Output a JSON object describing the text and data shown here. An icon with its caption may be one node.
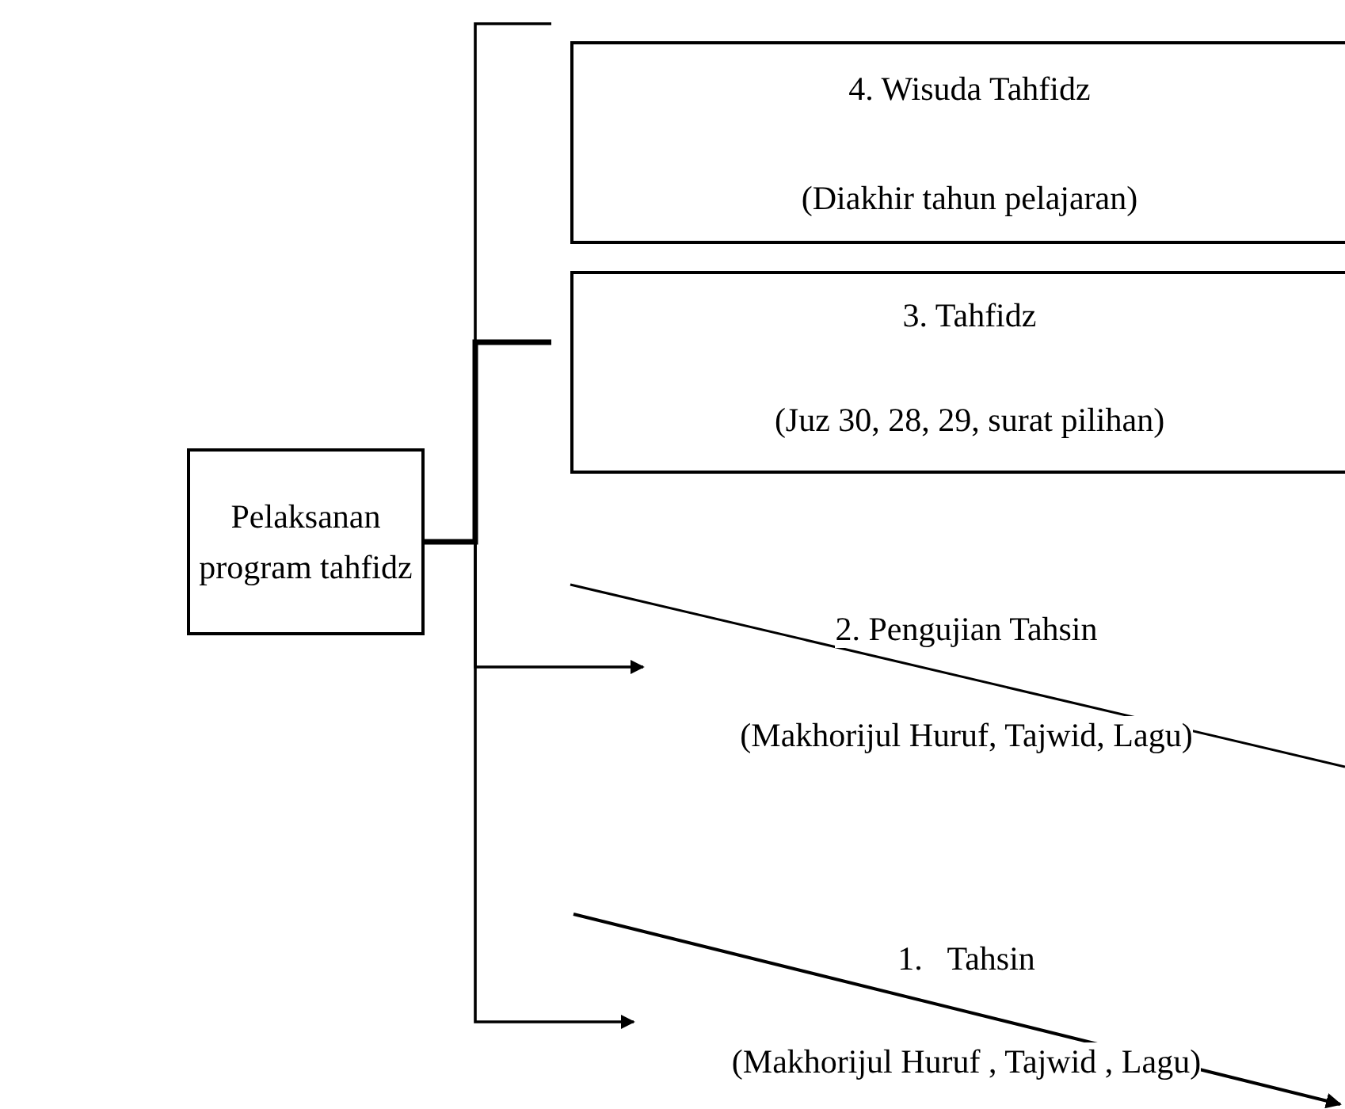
{
  "diagram": {
    "nodes": [
      {
        "text": [
          "Pelaksanan program tahfidz"
        ]
      },
      {
        "text": [
          "4. Wisuda Tahfidz",
          "(Diakhir tahun pelajaran)"
        ]
      },
      {
        "text": [
          "3. Tahfidz",
          "(Juz 30, 28, 29, surat pilihan)"
        ]
      },
      {
        "text": [
          "2. Pengujian Tahsin",
          "(Makhorijul Huruf, Tajwid, Lagu)"
        ]
      },
      {
        "text": [
          "1.   Tahsin",
          "(Makhorijul Huruf , Tajwid , Lagu)"
        ]
      }
    ],
    "edges": [
      {
        "from": 0,
        "to": 1,
        "arrow": "none"
      },
      {
        "from": 0,
        "to": 2,
        "arrow": "none",
        "style": "thick"
      },
      {
        "from": 0,
        "to": 3,
        "arrow": "to"
      },
      {
        "from": 0,
        "to": 4,
        "arrow": "to"
      }
    ]
  }
}
